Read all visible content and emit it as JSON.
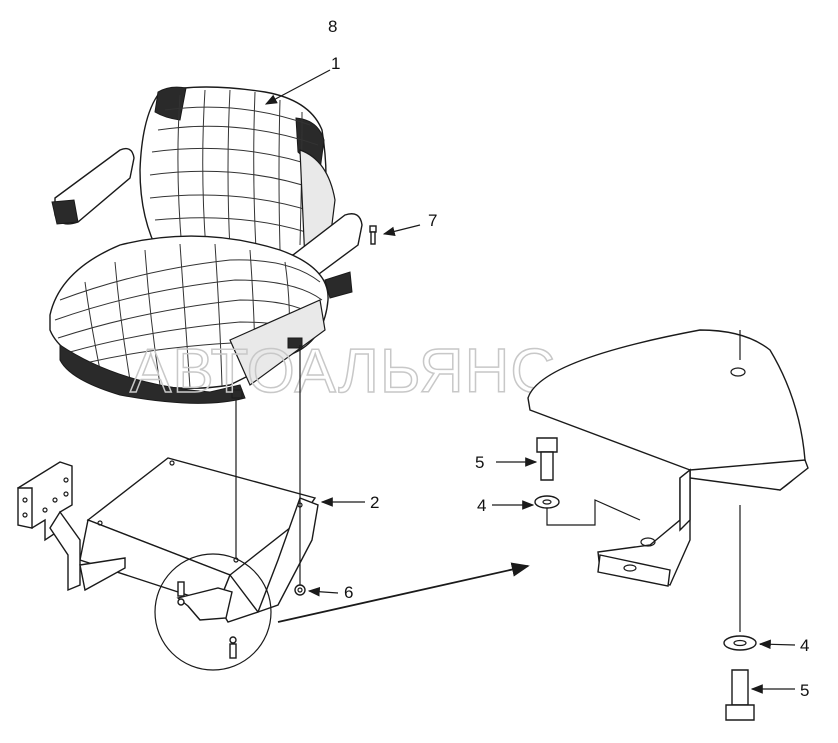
{
  "callouts": {
    "c8": "8",
    "c1": "1",
    "c7": "7",
    "c2": "2",
    "c6": "6",
    "c5_upper": "5",
    "c4_upper": "4",
    "c4_lower": "4",
    "c5_lower": "5"
  },
  "watermark": "АВТОАЛЬЯНС"
}
